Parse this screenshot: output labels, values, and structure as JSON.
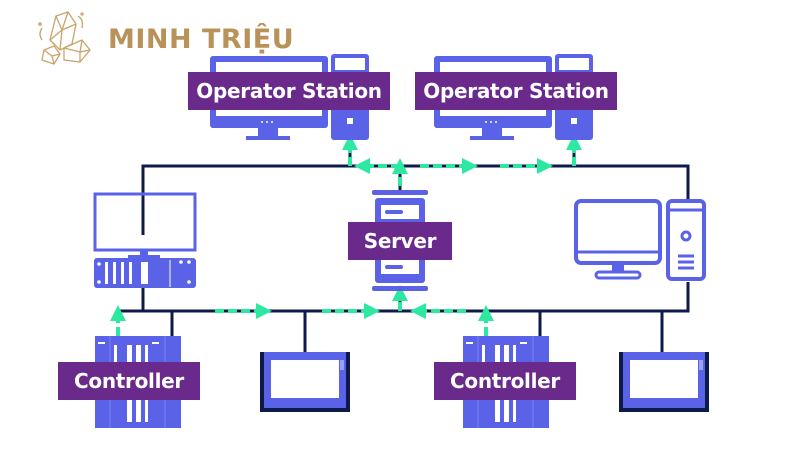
{
  "brand": {
    "name": "MINH TRIỆU",
    "logo_icon": "crystal-gem-icon",
    "color": "#b89258"
  },
  "colors": {
    "device": "#5a62e8",
    "bus_line": "#0e1a4a",
    "flow_arrow": "#2de8a0",
    "label_bg": "#6a2a8c",
    "label_text": "#ffffff"
  },
  "nodes": {
    "operator_station_1": {
      "label": "Operator Station",
      "icon": "desktop-computer-icon"
    },
    "operator_station_2": {
      "label": "Operator Station",
      "icon": "desktop-computer-icon"
    },
    "server": {
      "label": "Server",
      "icon": "server-rack-icon"
    },
    "engineering_station": {
      "label": "",
      "icon": "monitor-with-plc-icon"
    },
    "workstation": {
      "label": "",
      "icon": "desktop-tower-computer-icon"
    },
    "controller_1": {
      "label": "Controller",
      "icon": "plc-rack-icon"
    },
    "controller_2": {
      "label": "Controller",
      "icon": "plc-rack-icon"
    },
    "hmi_panel_1": {
      "label": "",
      "icon": "hmi-touch-panel-icon"
    },
    "hmi_panel_2": {
      "label": "",
      "icon": "hmi-touch-panel-icon"
    }
  },
  "networks": {
    "upper_bus": "supervisory-network",
    "lower_bus": "control-network"
  }
}
